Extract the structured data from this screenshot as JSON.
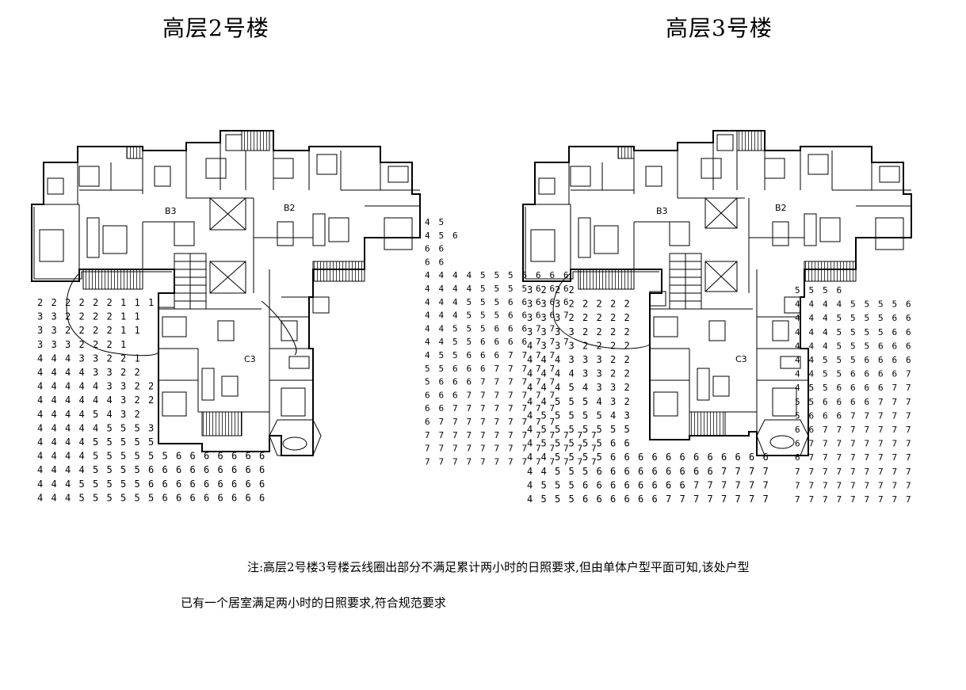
{
  "titles": {
    "left": "高层2号楼",
    "right": "高层3号楼"
  },
  "plan_labels": {
    "left": {
      "b3": "B3",
      "b2": "B2",
      "c3": "C3"
    },
    "right": {
      "b3": "B3",
      "b2": "B2",
      "c3": "C3"
    }
  },
  "note": {
    "line1": "注:高层2号楼3号楼云线圈出部分不满足累计两小时的日照要求,但由单体户型平面可知,该处户型",
    "line2": "已有一个居室满足两小时的日照要求,符合规范要求"
  },
  "sun_grid_left": [
    "2 2 2 2 2 2 1 1 1",
    "3 3 2 2 2 2 1 1",
    "3 3 2 2 2 2 1 1",
    "3 3 3 2 2 2 1",
    "4 4 4 3 3 2 2 1",
    "4 4 4 4 3 3 2 2",
    "4 4 4 4 4 3 3 2 2",
    "4 4 4 4 4 4 3 2 2",
    "4 4 4 4 5 4 3 2",
    "4 4 4 4 4 5 5 5 3",
    "4 4 4 4 5 5 5 5 5",
    "4 4 4 4 5 5 5 5 5 5 6 6 6 6 6 6 6",
    "4 4 4 4 5 5 5 5 6 6 6 6 6 6 6 6 6",
    "4 4 4 5 5 5 5 5 6 6 6 6 6 6 6 6 6",
    "4 4 4 5 5 5 5 5 5 6 6 6 6 6 6 6 6"
  ],
  "sun_grid_left_right": [
    "4 5",
    "4 5 6",
    "6 6",
    "6 6",
    "4 4 4 4 5 5 5 5 6 6 6",
    "4 4 4 4 5 5 5 5 6 6 6",
    "4 4 4 5 5 5 6 6 6 6 6",
    "4 4 4 5 5 5 6 6 6 6 7",
    "4 4 5 5 5 6 6 6 7 7",
    "4 4 5 5 6 6 6 6 7 7 7",
    "4 5 5 6 6 6 7 7 7 7",
    "5 5 6 6 6 7 7 7 7 7",
    "5 6 6 6 7 7 7 7 7 7",
    "6 6 6 7 7 7 7 7 7 7",
    "6 6 7 7 7 7 7 7 7 7",
    "6 7 7 7 7 7 7 7 7 7",
    "7 7 7 7 7 7 7 7 7 7 7 7 7",
    "7 7 7 7 7 7 7 7 7 7 7 7 7",
    "7 7 7 7 7 7 7 7 7 7 7 7 7"
  ],
  "sun_grid_right": [
    "3 2 2 2",
    "3 3 3 2 2 2 2 2",
    "3 3 3 2 2 2 2 2",
    "3 3 3 3 2 2 2 2",
    "4 3 3 3 2 2 2 2",
    "4 4 4 3 3 3 2 2",
    "4 4 4 4 3 3 2 2",
    "4 4 4 5 4 3 3 2",
    "4 4 5 5 5 4 3 2",
    "4 5 5 5 5 5 4 3",
    "4 5 5 5 5 5 5 5",
    "4 5 5 5 5 5 6 6",
    "4 4 5 5 5 5 6 6 6 6 6 6 6 6 6 6 6 6",
    "4 4 5 5 5 6 6 6 6 6 6 6 6 6 7 7 7 7",
    "4 5 5 5 6 6 6 6 6 6 6 6 7 7 7 7 7 7",
    "4 5 5 5 6 6 6 6 6 6 7 7 7 7 7 7 7 7"
  ],
  "sun_grid_right_right": [
    "5 5 5 6",
    "4 4 4 4 5 5 5 5 6",
    "4 4 4 5 5 5 5 6 6",
    "4 4 4 5 5 5 5 6 6",
    "4 4 4 5 5 5 6 6 6",
    "4 4 5 5 5 6 6 6 6",
    "4 4 5 5 6 6 6 6 7",
    "4 5 5 6 6 6 6 7 7",
    "5 5 6 6 6 6 7 7 7",
    "5 6 6 6 7 7 7 7 7",
    "6 6 7 7 7 7 7 7 7",
    "6 7 7 7 7 7 7 7 7",
    "6 7 7 7 7 7 7 7 7",
    "7 7 7 7 7 7 7 7 7",
    "7 7 7 7 7 7 7 7 7",
    "7 7 7 7 7 7 7 7 7"
  ]
}
